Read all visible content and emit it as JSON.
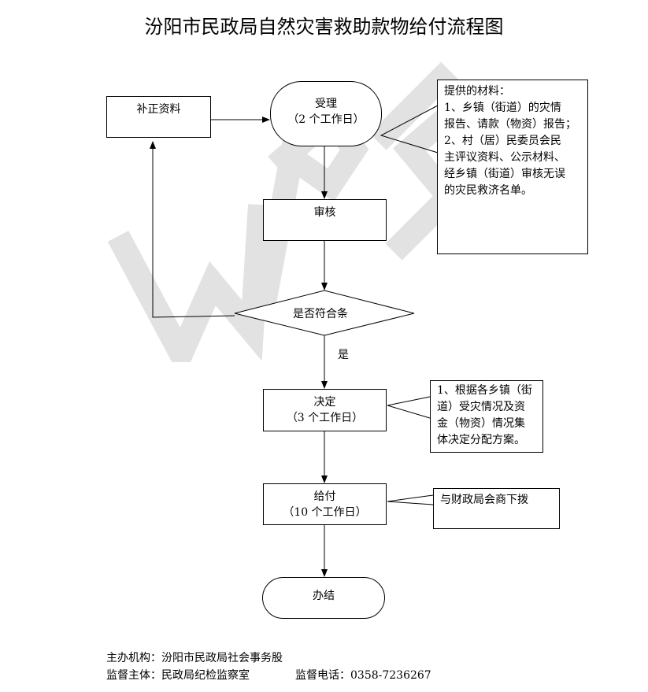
{
  "title": "汾阳市民政局自然灾害救助款物给付流程图",
  "nodes": {
    "buzheng": "补正资料",
    "shouli_1": "受理",
    "shouli_2": "（2 个工作日）",
    "shenhe": "审核",
    "decision": "是否符合条",
    "yes_label": "是",
    "jueding_1": "决定",
    "jueding_2": "（3 个工作日）",
    "geifu_1": "给付",
    "geifu_2": "（10 个工作日）",
    "banjie": "办结"
  },
  "notes": {
    "materials": [
      "提供的材料：",
      "1、乡镇（街道）的灾情",
      "报告、请款（物资）报告；",
      "2、村（居）民委员会民",
      "主评议资料、公示材料、",
      "经乡镇（街道）审核无误",
      "的灾民救济名单。"
    ],
    "decision_note": [
      "1、根据各乡镇（街",
      "道）受灾情况及资",
      "金（物资）情况集",
      "体决定分配方案。"
    ],
    "finance_note": "与财政局会商下拨"
  },
  "footer": {
    "line1": "主办机构：汾阳市民政局社会事务股",
    "line2_a": "监督主体：民政局纪检监察室",
    "line2_b": "监督电话：0358-7236267"
  },
  "watermark": {
    "text": "WPS",
    "color": "#dcdcdc"
  }
}
